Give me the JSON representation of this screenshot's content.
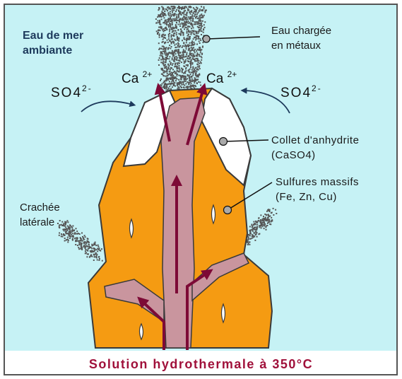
{
  "labels": {
    "ambient_line1": "Eau de mer",
    "ambient_line2": "ambiante",
    "charged_line1": "Eau chargée",
    "charged_line2": "en métaux",
    "ca_left": "Ca",
    "ca_left_sup": "2+",
    "ca_right": "Ca",
    "ca_right_sup": "2+",
    "so4_left": "SO4",
    "so4_left_sup": "2-",
    "so4_right": "SO4",
    "so4_right_sup": "2-",
    "collar_line1": "Collet d'anhydrite",
    "collar_line2": "(CaSO4)",
    "sulfides_line1": "Sulfures massifs",
    "sulfides_line2": "(Fe, Zn, Cu)",
    "lateral_line1": "Crachée",
    "lateral_line2": "latérale",
    "bottom_title": "Solution hydrothermale à 350°C"
  },
  "colors": {
    "water": "#c6f2f5",
    "sulfide_orange": "#f59b12",
    "anhydrite_white": "#ffffff",
    "fluid_channel": "#c9959e",
    "arrow": "#7d0a36",
    "title": "#a0103a",
    "outline": "#3a3a3a"
  }
}
